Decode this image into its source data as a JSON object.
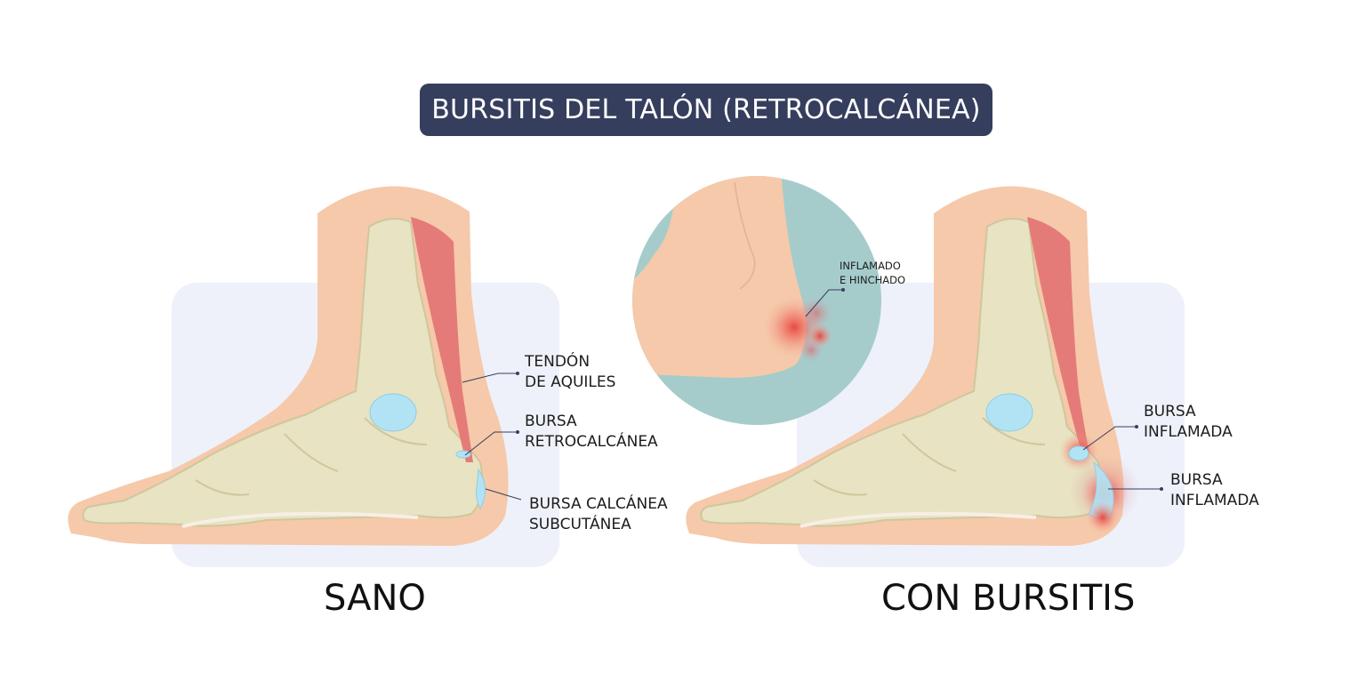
{
  "title": "BURSITIS DEL TALÓN (RETROCALCÁNEA)",
  "healthy": {
    "caption": "SANO",
    "labels": {
      "tendon_line1": "TENDÓN",
      "tendon_line2": "DE AQUILES",
      "bursa_retro_line1": "BURSA",
      "bursa_retro_line2": "RETROCALCÁNEA",
      "bursa_sub_line1": "BURSA CALCÁNEA",
      "bursa_sub_line2": "SUBCUTÁNEA"
    }
  },
  "inflamed": {
    "caption": "CON BURSITIS",
    "labels": {
      "bursa1_line1": "BURSA",
      "bursa1_line2": "INFLAMADA",
      "bursa2_line1": "BURSA",
      "bursa2_line2": "INFLAMADA"
    }
  },
  "zoom": {
    "label_line1": "INFLAMADO",
    "label_line2": "E HINCHADO"
  },
  "colors": {
    "title_bg": "#363e5e",
    "panel_bg": "#eef1fa",
    "skin": "#f5c9aa",
    "bone": "#e8e3c2",
    "bone_outline": "#cfc79d",
    "tendon": "#e57b78",
    "bursa": "#b2e3f5",
    "zoom_bg": "#a5cccb",
    "inflammation": "#e8433d"
  }
}
